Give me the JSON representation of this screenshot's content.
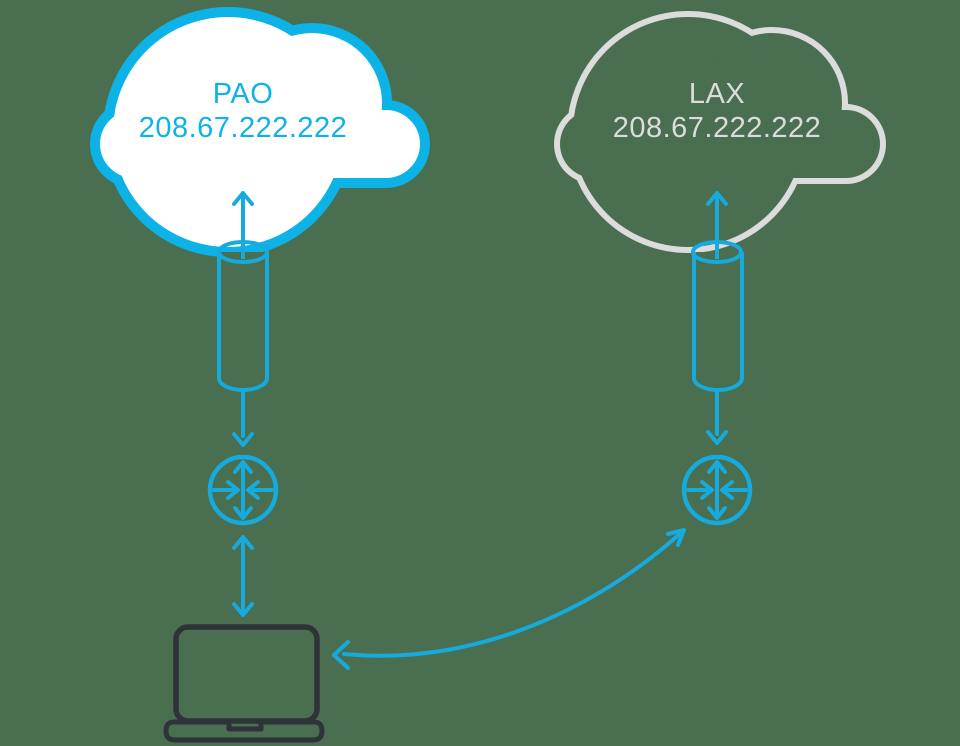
{
  "colors": {
    "background": "#496f50",
    "cyan-bright": "#0db3e6",
    "cyan-line": "#16aadd",
    "gray-cloud": "#dcdcdc",
    "dark-laptop": "#2d3338",
    "cloud-fill": "#ffffff"
  },
  "clouds": {
    "pao": {
      "site": "PAO",
      "ip": "208.67.222.222"
    },
    "lax": {
      "site": "LAX",
      "ip": "208.67.222.222"
    }
  },
  "nodes": [
    {
      "id": "pao-cloud",
      "type": "cloud",
      "label": "PAO",
      "ip": "208.67.222.222",
      "style": "active-cyan, white fill, thick stroke"
    },
    {
      "id": "lax-cloud",
      "type": "cloud",
      "label": "LAX",
      "ip": "208.67.222.222",
      "style": "inactive-gray, no fill"
    },
    {
      "id": "tunnel-left",
      "type": "tunnel-cylinder",
      "style": "cyan outline"
    },
    {
      "id": "tunnel-right",
      "type": "tunnel-cylinder",
      "style": "cyan outline"
    },
    {
      "id": "router-left",
      "type": "router-icon",
      "style": "cyan circle with four arrows"
    },
    {
      "id": "router-right",
      "type": "router-icon",
      "style": "cyan circle with four arrows"
    },
    {
      "id": "laptop",
      "type": "laptop-icon",
      "style": "dark outline"
    }
  ],
  "edges": [
    {
      "from": "tunnel-left",
      "to": "pao-cloud",
      "type": "arrow-up"
    },
    {
      "from": "tunnel-left",
      "to": "router-left",
      "type": "arrow-down"
    },
    {
      "from": "router-left",
      "to": "laptop",
      "type": "double-arrow"
    },
    {
      "from": "tunnel-right",
      "to": "lax-cloud",
      "type": "arrow-up"
    },
    {
      "from": "tunnel-right",
      "to": "router-right",
      "type": "arrow-down"
    },
    {
      "from": "router-right",
      "to": "laptop",
      "type": "curved-double-arrow"
    }
  ]
}
